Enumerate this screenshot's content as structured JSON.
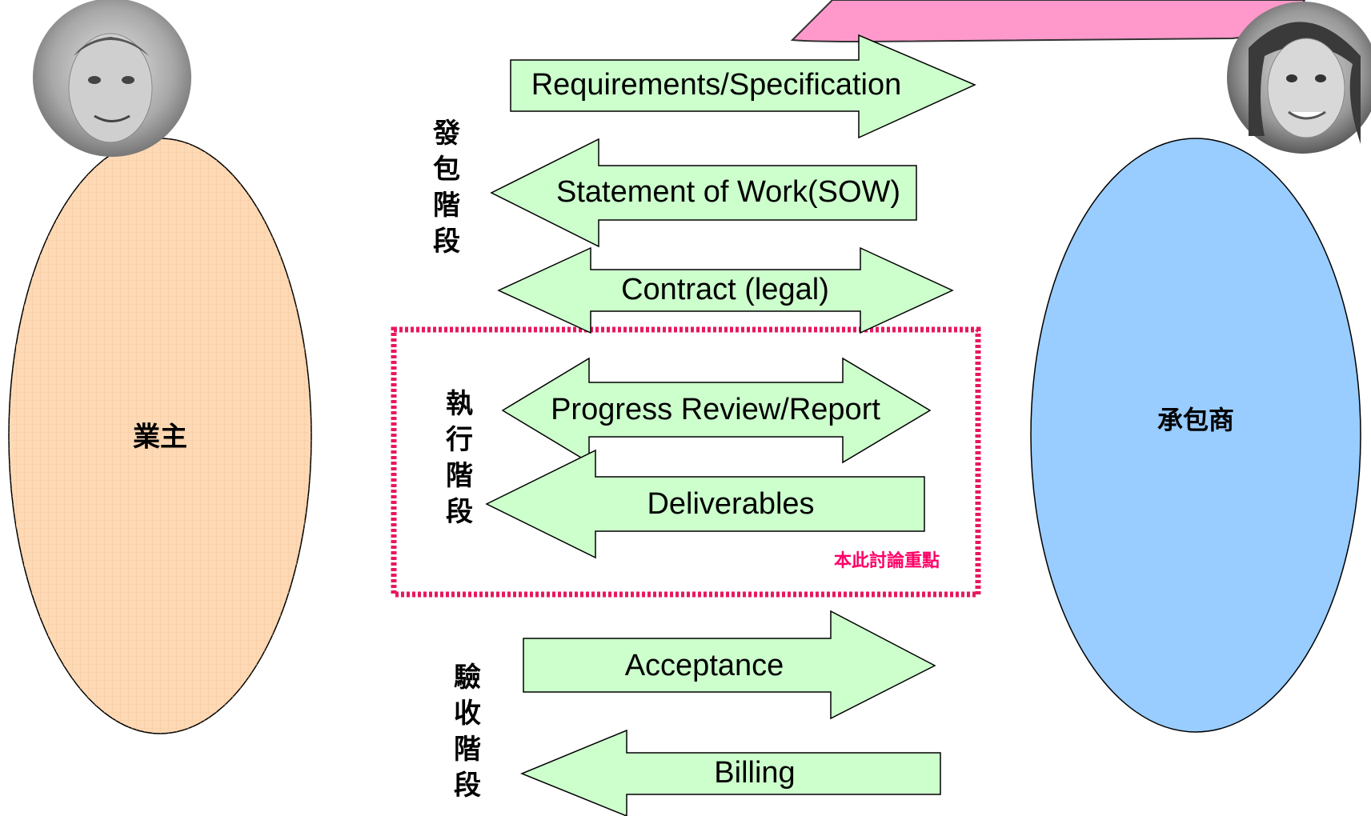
{
  "owner": {
    "label": "業主"
  },
  "contractor": {
    "label": "承包商"
  },
  "phases": [
    {
      "label": [
        "發",
        "包",
        "階",
        "段"
      ]
    },
    {
      "label": [
        "執",
        "行",
        "階",
        "段"
      ]
    },
    {
      "label": [
        "驗",
        "收",
        "階",
        "段"
      ]
    }
  ],
  "arrows": [
    {
      "label": "Requirements/Specification",
      "direction": "right"
    },
    {
      "label": "Statement of Work(SOW)",
      "direction": "left"
    },
    {
      "label": "Contract (legal)",
      "direction": "both"
    },
    {
      "label": "Progress Review/Report",
      "direction": "both"
    },
    {
      "label": "Deliverables",
      "direction": "left"
    },
    {
      "label": "Acceptance",
      "direction": "right"
    },
    {
      "label": "Billing",
      "direction": "left"
    }
  ],
  "focus_box": {
    "label": "本此討論重點"
  },
  "colors": {
    "arrow_fill": "#ccffcc",
    "owner_fill": "#fdd9b5",
    "contractor_fill": "#99ccff",
    "focus_border": "#e8185e",
    "callout_fill": "#ff99cc"
  }
}
